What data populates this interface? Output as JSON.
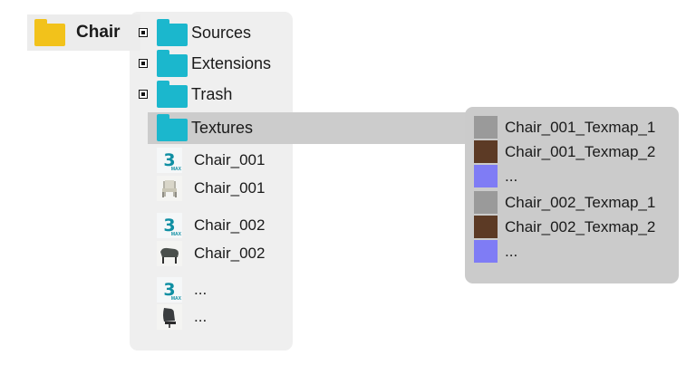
{
  "root": {
    "label": "Chair",
    "icon": "folder-yellow-icon",
    "color": "#f2c21b"
  },
  "folder_color": "#1bb7cd",
  "subfolders": [
    {
      "label": "Sources",
      "expander": true
    },
    {
      "label": "Extensions",
      "expander": true
    },
    {
      "label": "Trash",
      "expander": true
    }
  ],
  "textures": {
    "label": "Textures",
    "items": [
      {
        "label": "Chair_001_Texmap_1",
        "color": "#9a9a9a"
      },
      {
        "label": "Chair_001_Texmap_2",
        "color": "#5c3a25"
      },
      {
        "label": "...",
        "color": "#7f7cf5"
      },
      {
        "label": "Chair_002_Texmap_1",
        "color": "#9a9a9a"
      },
      {
        "label": "Chair_002_Texmap_2",
        "color": "#5c3a25"
      },
      {
        "label": "...",
        "color": "#7f7cf5"
      }
    ]
  },
  "files": [
    {
      "label": "Chair_001",
      "icon": "3dsmax-file-icon"
    },
    {
      "label": "Chair_001",
      "icon": "chair-thumbnail-icon"
    },
    {
      "label": "Chair_002",
      "icon": "3dsmax-file-icon"
    },
    {
      "label": "Chair_002",
      "icon": "chair-thumbnail-icon"
    },
    {
      "label": "...",
      "icon": "3dsmax-file-icon"
    },
    {
      "label": "...",
      "icon": "chair-thumbnail-icon"
    }
  ],
  "max_icon": {
    "glyph": "3",
    "caption": "MAX"
  }
}
